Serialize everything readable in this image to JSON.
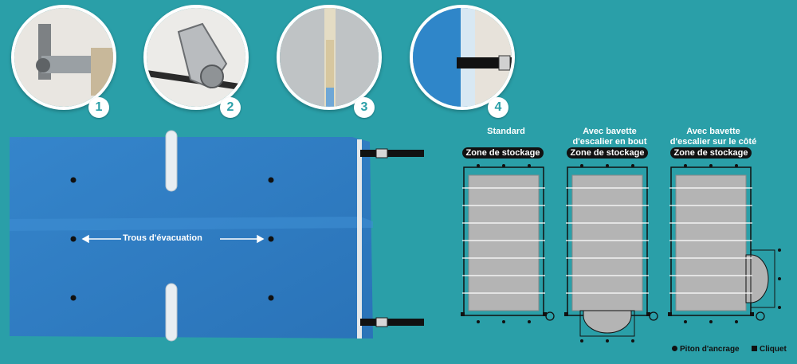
{
  "photos": [
    {
      "number": "1",
      "icon": "anchor-bracket-icon"
    },
    {
      "number": "2",
      "icon": "ratchet-buckle-icon"
    },
    {
      "number": "3",
      "icon": "aluminium-bar-icon"
    },
    {
      "number": "4",
      "icon": "strap-cover-icon"
    }
  ],
  "cover": {
    "evacuation_label": "Trous d'évacuation"
  },
  "diagrams": [
    {
      "title_line1": "",
      "title_line2": "Standard",
      "zone": "Zone de stockage"
    },
    {
      "title_line1": "Avec bavette",
      "title_line2": "d'escalier en bout",
      "zone": "Zone de stockage"
    },
    {
      "title_line1": "Avec bavette",
      "title_line2": "d'escalier sur le côté",
      "zone": "Zone de stockage"
    }
  ],
  "legend": {
    "piton": "Piton d'ancrage",
    "cliquet": "Cliquet"
  },
  "colors": {
    "background": "#2a9fa8",
    "cover_blue": "#2f7fc7",
    "pool_grey": "#b4b4b4"
  }
}
